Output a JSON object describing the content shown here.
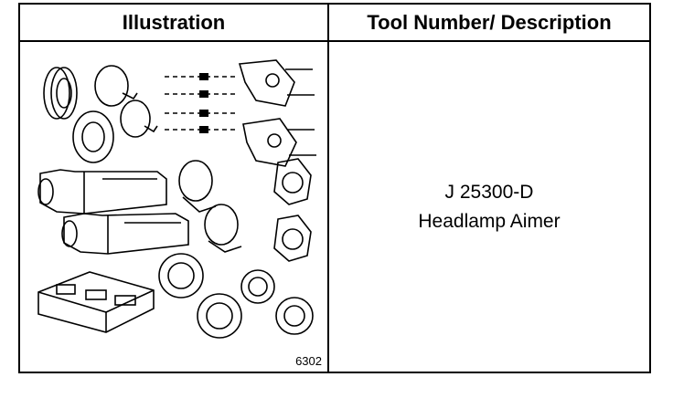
{
  "table": {
    "header_illustration": "Illustration",
    "header_tool": "Tool Number/ Description",
    "figure_number": "6302",
    "tool_number": "J 25300-D",
    "tool_description": "Headlamp Aimer"
  },
  "icons": [
    "headlamp-aimer-kit-illustration"
  ]
}
